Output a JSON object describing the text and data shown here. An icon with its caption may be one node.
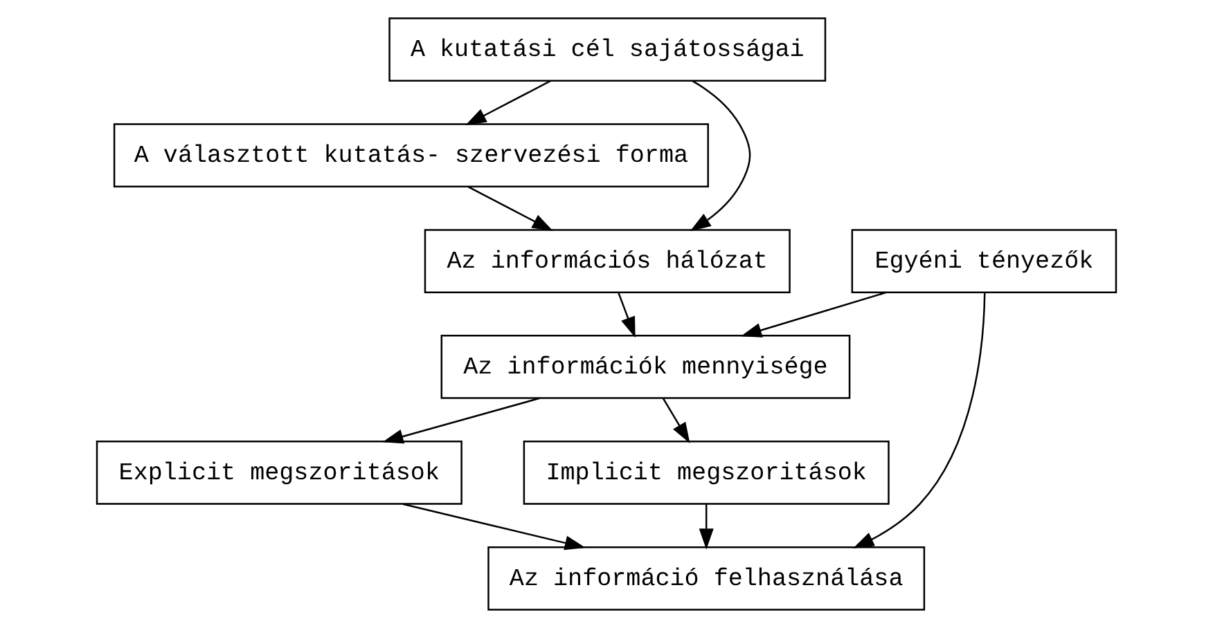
{
  "diagram": {
    "nodes": [
      {
        "text": [
          "A kutatási cél sajátosságai"
        ]
      },
      {
        "text": [
          "A választott kutatás- szervezési forma"
        ]
      },
      {
        "text": [
          "Az információs hálózat"
        ]
      },
      {
        "text": [
          "Egyéni tényezők"
        ]
      },
      {
        "text": [
          "Az információk mennyisége"
        ]
      },
      {
        "text": [
          "Explicit megszoritások"
        ]
      },
      {
        "text": [
          "Implicit megszoritások"
        ]
      },
      {
        "text": [
          "Az információ felhasználása"
        ]
      }
    ],
    "edges": [
      {
        "from": 0,
        "to": 2,
        "arrow": "to"
      },
      {
        "from": 0,
        "to": 1,
        "arrow": "to"
      },
      {
        "from": 1,
        "to": 2,
        "arrow": "to"
      },
      {
        "from": 2,
        "to": 4,
        "arrow": "to"
      },
      {
        "from": 3,
        "to": 4,
        "arrow": "to"
      },
      {
        "from": 4,
        "to": 5,
        "arrow": "to"
      },
      {
        "from": 4,
        "to": 6,
        "arrow": "to"
      },
      {
        "from": 5,
        "to": 7,
        "arrow": "to"
      },
      {
        "from": 6,
        "to": 7,
        "arrow": "to"
      },
      {
        "from": 3,
        "to": 7,
        "arrow": "to"
      }
    ]
  }
}
